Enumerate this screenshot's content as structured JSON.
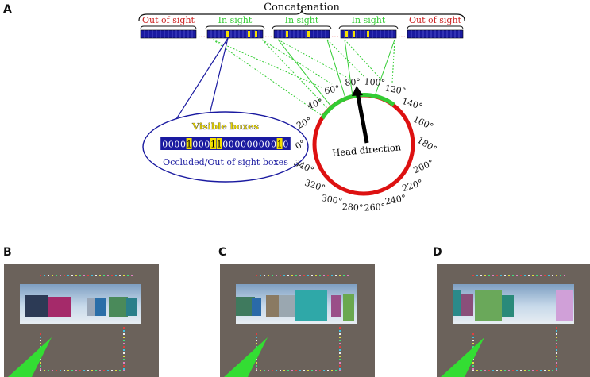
{
  "panels": {
    "a": "A",
    "b": "B",
    "c": "C",
    "d": "D"
  },
  "diagram": {
    "title": "Concatenation",
    "segments": [
      {
        "label": "Out of sight",
        "color": "#cc2222"
      },
      {
        "label": "In sight",
        "color": "#33cc33"
      },
      {
        "label": "In sight",
        "color": "#33cc33"
      },
      {
        "label": "In sight",
        "color": "#33cc33"
      },
      {
        "label": "Out of sight",
        "color": "#cc2222"
      }
    ],
    "ellipsis": "...",
    "visible_boxes_label": "Visible boxes",
    "bits": [
      "0",
      "0",
      "0",
      "0",
      "1",
      "0",
      "0",
      "0",
      "1",
      "1",
      "0",
      "0",
      "0",
      "0",
      "0",
      "0",
      "0",
      "0",
      "0",
      "1",
      "0"
    ],
    "occluded_label": "Occluded/Out of sight boxes",
    "head_direction_label": "Head direction",
    "angle_labels": [
      "0°",
      "20°",
      "40°",
      "60°",
      "80°",
      "100°",
      "120°",
      "140°",
      "160°",
      "180°",
      "200°",
      "220°",
      "240°",
      "260°",
      "280°",
      "300°",
      "320°",
      "340°"
    ],
    "colors": {
      "in_sight": "#33cc33",
      "out_of_sight": "#dd1111",
      "box_bar": "#1a1aa0",
      "visible": "#f5e000",
      "callout": "#1a1aa0"
    }
  },
  "scenes": [
    {
      "panel": "B"
    },
    {
      "panel": "C"
    },
    {
      "panel": "D"
    }
  ]
}
